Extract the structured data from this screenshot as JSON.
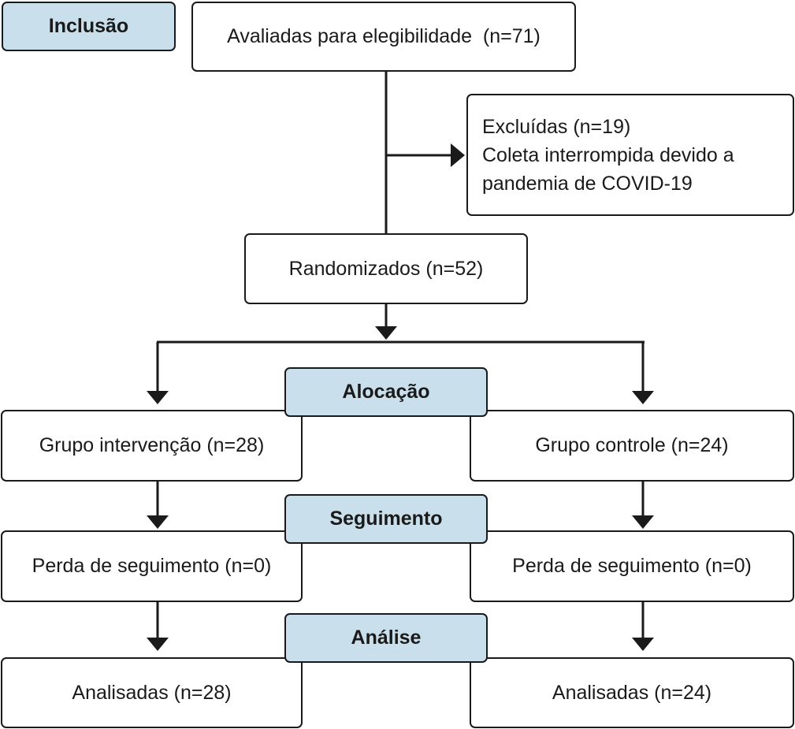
{
  "stages": {
    "inclusion": "Inclusão",
    "allocation": "Alocação",
    "followup": "Seguimento",
    "analysis": "Análise"
  },
  "boxes": {
    "assessed": "Avaliadas para elegibilidade  (n=71)",
    "excluded_title": "Excluídas (n=19)",
    "excluded_reason_line1": "Coleta interrompida devido a",
    "excluded_reason_line2": "pandemia de COVID-19",
    "randomized": "Randomizados (n=52)",
    "intervention_group": "Grupo intervenção (n=28)",
    "control_group": "Grupo controle (n=24)",
    "intervention_lost": "Perda de seguimento (n=0)",
    "control_lost": "Perda de seguimento (n=0)",
    "intervention_analyzed": "Analisadas (n=28)",
    "control_analyzed": "Analisadas (n=24)"
  },
  "colors": {
    "stage_fill": "#c9e0ec",
    "stroke": "#1a1a1a"
  }
}
